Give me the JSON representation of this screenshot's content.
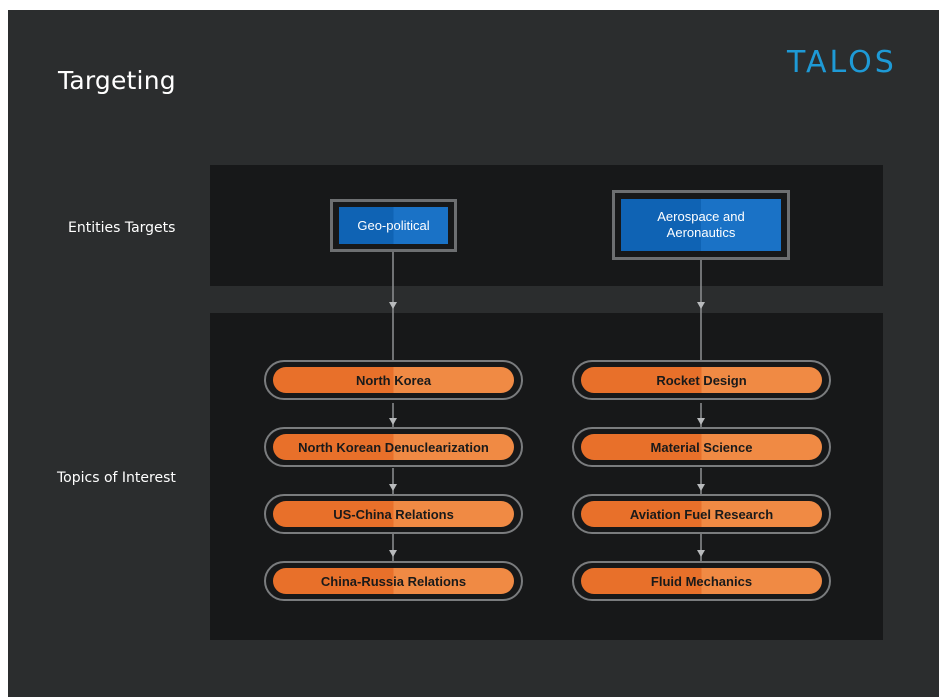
{
  "slide": {
    "title": "Targeting",
    "logo": "TALOS",
    "accent_blue": "#1e9ad6",
    "accent_orange": "#e8702a"
  },
  "rows": {
    "entities": "Entities Targets",
    "topics": "Topics of Interest"
  },
  "entities": [
    {
      "label": "Geo-political",
      "topics": [
        "North Korea",
        "North Korean Denuclearization",
        "US-China Relations",
        "China-Russia Relations"
      ]
    },
    {
      "label": "Aerospace and Aeronautics",
      "topics": [
        "Rocket Design",
        "Material Science",
        "Aviation Fuel Research",
        "Fluid Mechanics"
      ]
    }
  ]
}
